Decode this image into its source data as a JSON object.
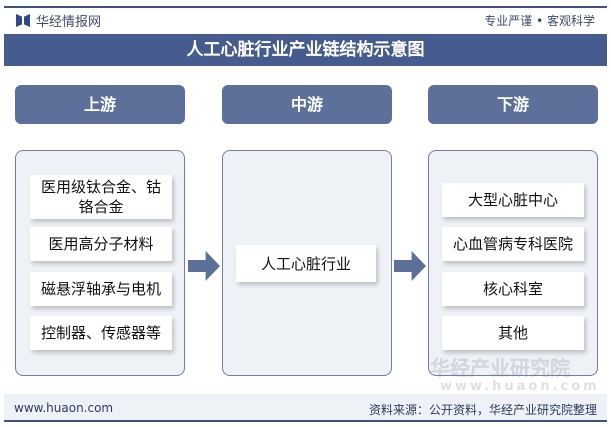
{
  "header": {
    "brand": "华经情报网",
    "slogan": "专业严谨 • 客观科学",
    "title": "人工心脏行业产业链结构示意图"
  },
  "columns": [
    {
      "label": "上游",
      "items": [
        "医用级钛合金、钴铬合金",
        "医用高分子材料",
        "磁悬浮轴承与电机",
        "控制器、传感器等"
      ]
    },
    {
      "label": "中游",
      "items": [
        "人工心脏行业"
      ]
    },
    {
      "label": "下游",
      "items": [
        "大型心脏中心",
        "心血管病专科医院",
        "核心科室",
        "其他"
      ]
    }
  ],
  "watermark": {
    "name": "华经产业研究院",
    "url": "www.huaon.com"
  },
  "footer": {
    "url": "www.huaon.com",
    "source": "资料来源：公开资料，华经产业研究院整理"
  },
  "colors": {
    "title_bar": "#475c8e",
    "header_box": "#5d709a",
    "panel": "#eef1f6"
  }
}
